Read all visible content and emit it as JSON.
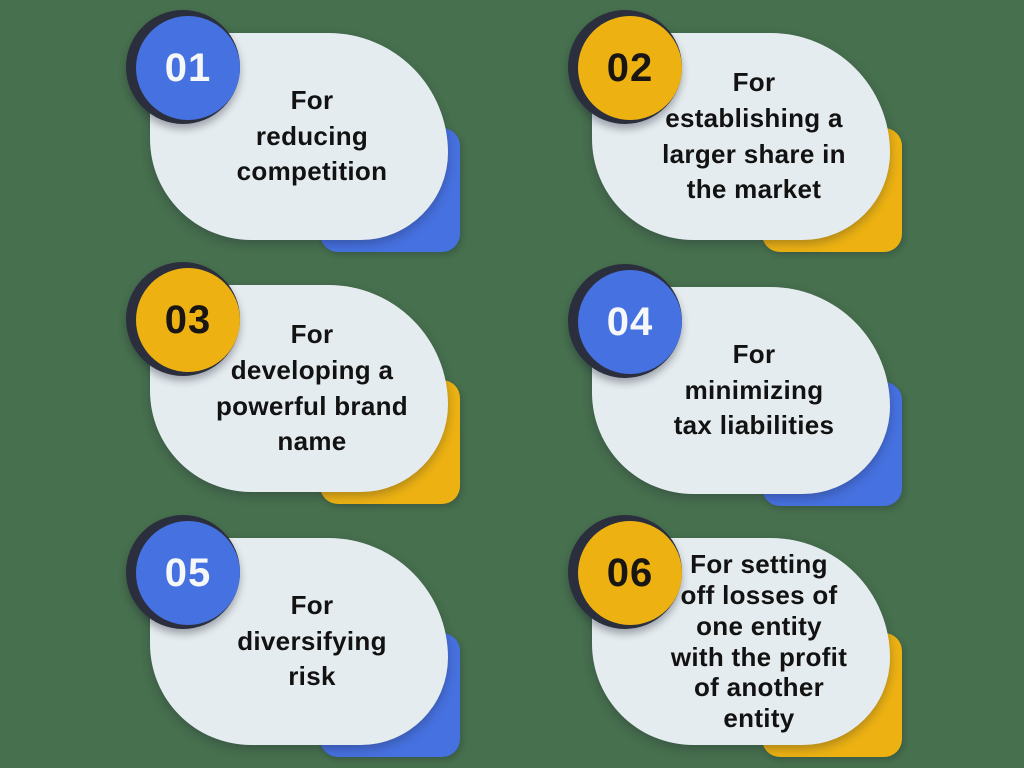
{
  "background_color": "#47704E",
  "colors": {
    "blue": "#4671E0",
    "yellow": "#EDB212",
    "bubble": "#E5ECEF",
    "ring": "#2B2F3D",
    "text": "#121212",
    "number_on_blue": "#F5F7F9",
    "number_on_yellow": "#181512"
  },
  "cards": [
    {
      "number": "01",
      "variant": "blue",
      "text": "For\nreducing\ncompetition"
    },
    {
      "number": "02",
      "variant": "yellow",
      "text": "For\nestablishing a\nlarger share in\nthe market"
    },
    {
      "number": "03",
      "variant": "yellow",
      "text": "For\ndeveloping a\npowerful brand\nname"
    },
    {
      "number": "04",
      "variant": "blue",
      "text": "For\nminimizing\ntax liabilities"
    },
    {
      "number": "05",
      "variant": "blue",
      "text": "For\ndiversifying\nrisk"
    },
    {
      "number": "06",
      "variant": "yellow",
      "text": "For setting\noff losses of\none entity\nwith the profit\nof another\nentity"
    }
  ]
}
